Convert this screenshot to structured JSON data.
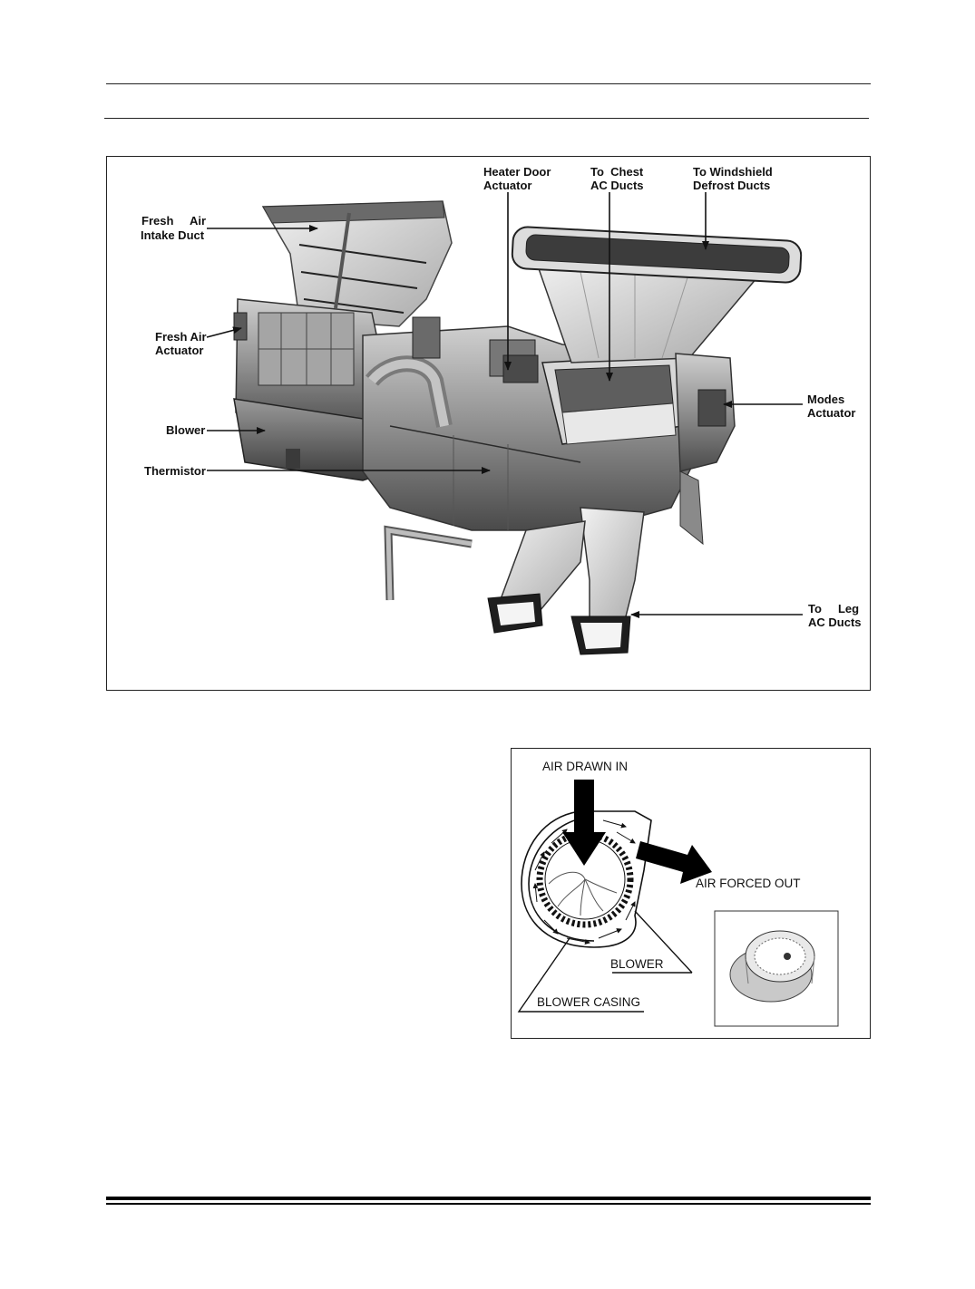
{
  "figure1": {
    "labels": {
      "fresh_air_intake_duct_1": "Fresh     Air",
      "fresh_air_intake_duct_2": "Intake Duct",
      "fresh_air_actuator_1": "Fresh Air",
      "fresh_air_actuator_2": "Actuator",
      "blower": "Blower",
      "thermistor": "Thermistor",
      "heater_door_actuator_1": "Heater Door",
      "heater_door_actuator_2": "Actuator",
      "to_chest_1": "To  Chest",
      "to_chest_2": "AC Ducts",
      "to_windshield_1": "To Windshield",
      "to_windshield_2": "Defrost Ducts",
      "modes_actuator_1": "Modes",
      "modes_actuator_2": "Actuator",
      "to_leg_1": "To     Leg",
      "to_leg_2": "AC Ducts"
    }
  },
  "figure2": {
    "labels": {
      "air_drawn_in": "AIR DRAWN IN",
      "air_forced_out": "AIR FORCED OUT",
      "blower": "BLOWER",
      "blower_casing": "BLOWER CASING"
    }
  }
}
